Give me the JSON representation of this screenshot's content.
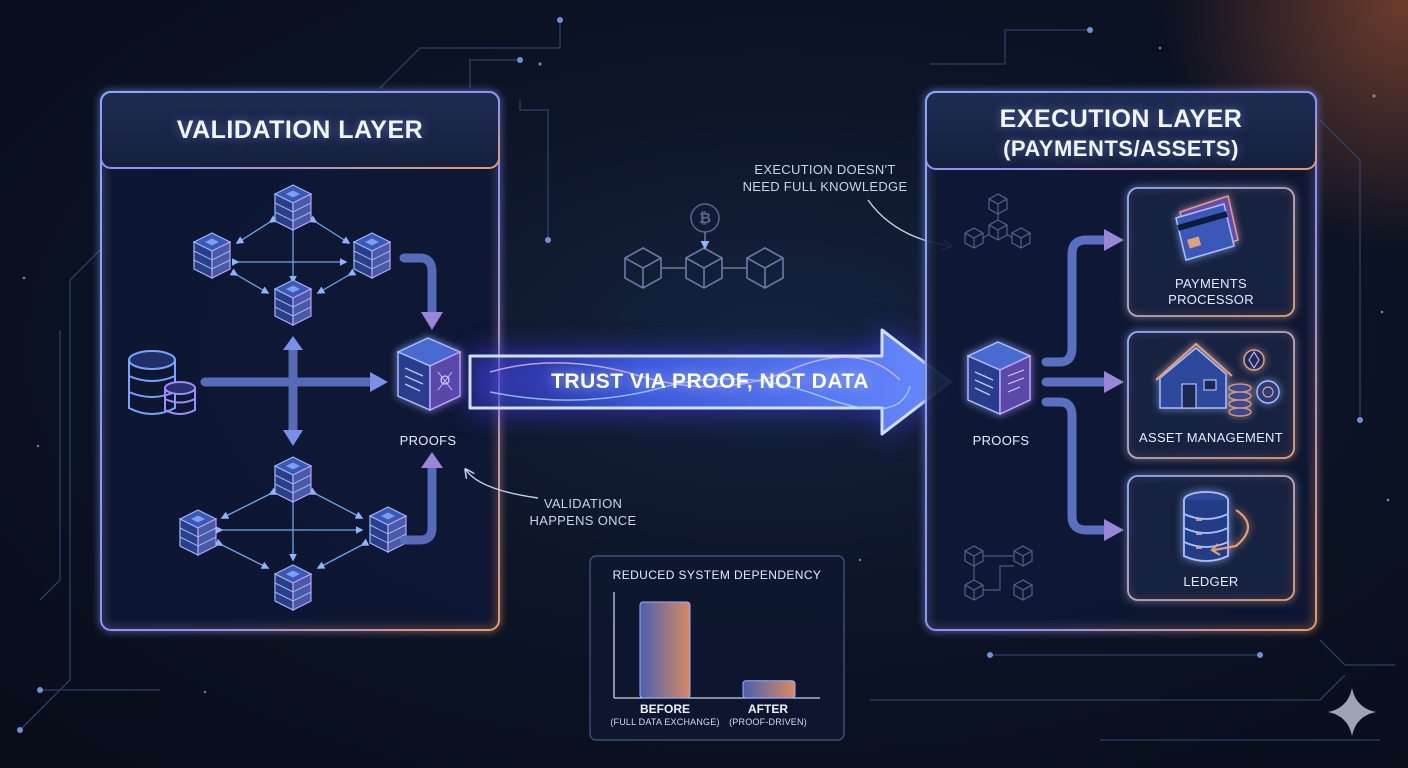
{
  "validation_layer": {
    "title": "VALIDATION LAYER",
    "proofs_label": "PROOFS",
    "note": "VALIDATION HAPPENS ONCE"
  },
  "central_arrow": {
    "label": "TRUST VIA PROOF, NOT DATA"
  },
  "execution_note": "EXECUTION DOESN'T NEED FULL KNOWLEDGE",
  "execution_layer": {
    "title_line1": "EXECUTION LAYER",
    "title_line2": "(PAYMENTS/ASSETS)",
    "proofs_label": "PROOFS",
    "outputs": [
      {
        "label_line1": "PAYMENTS",
        "label_line2": "PROCESSOR",
        "icon": "credit-card-icon"
      },
      {
        "label_line1": "ASSET MANAGEMENT",
        "label_line2": "",
        "icon": "house-coins-icon"
      },
      {
        "label_line1": "LEDGER",
        "label_line2": "",
        "icon": "database-icon"
      }
    ]
  },
  "colors": {
    "panel_stroke": "#7fa3ff",
    "accent_orange": "#e59a6b",
    "arrow_core": "#5a7cff",
    "glow_purple": "#b36cff"
  },
  "chart_data": {
    "type": "bar",
    "title": "REDUCED SYSTEM DEPENDENCY",
    "categories": [
      "BEFORE",
      "AFTER"
    ],
    "category_sublabels": [
      "(FULL DATA EXCHANGE)",
      "(PROOF-DRIVEN)"
    ],
    "values": [
      100,
      18
    ],
    "ylim": [
      0,
      100
    ],
    "xlabel": "",
    "ylabel": "",
    "grid": false,
    "legend": "none"
  }
}
